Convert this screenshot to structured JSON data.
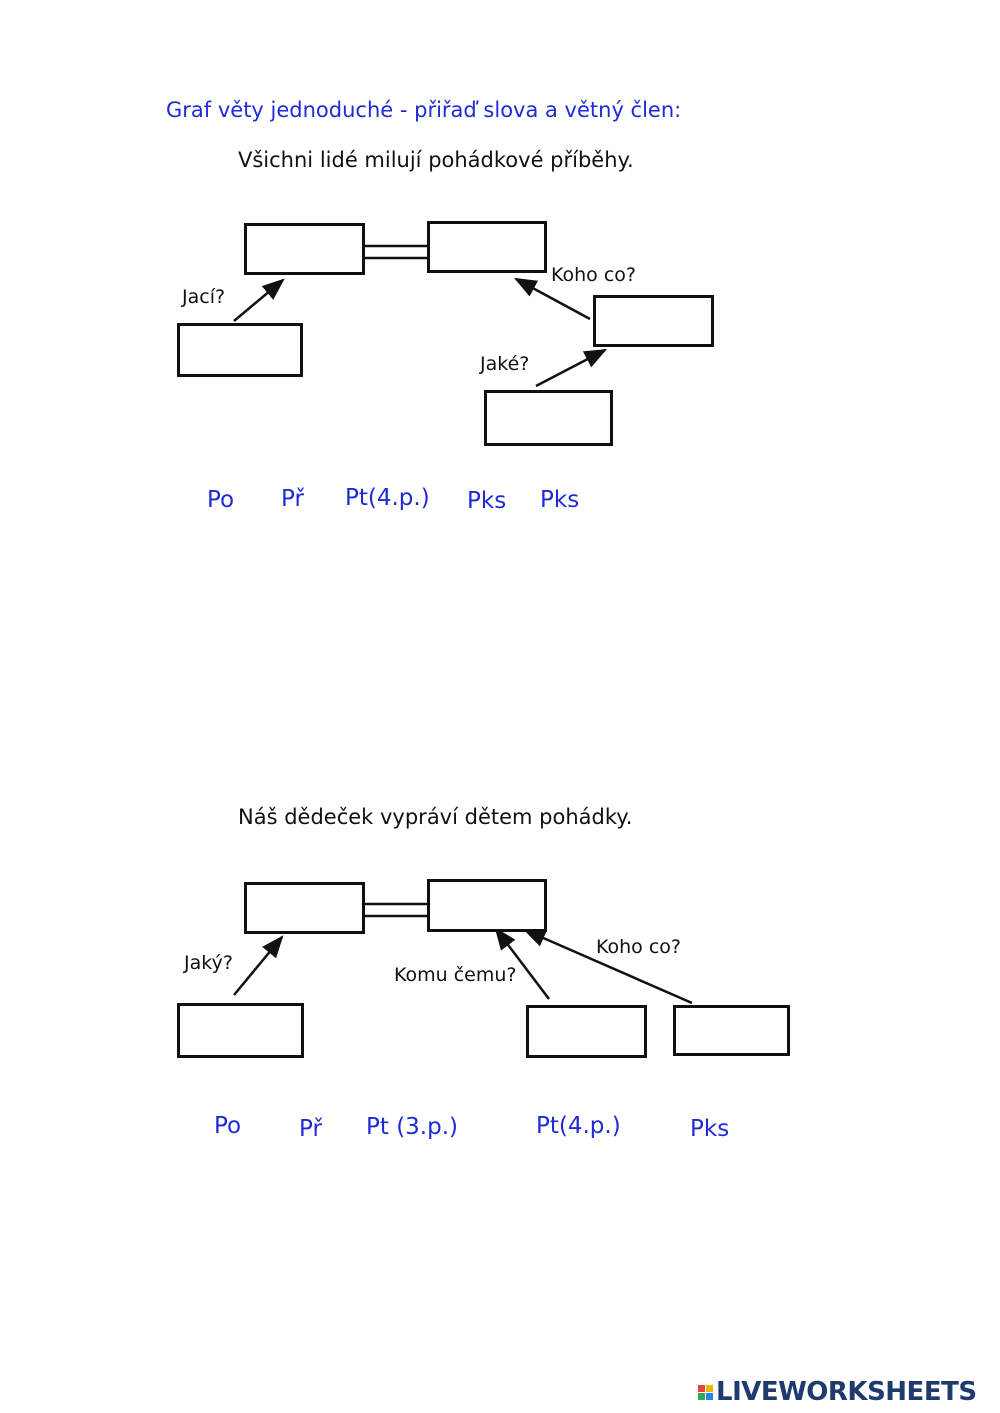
{
  "worksheet": {
    "title": "Graf věty jednoduché - přiřaď slova a větný člen:"
  },
  "exercise1": {
    "sentence": "Všichni lidé milují pohádkové příběhy.",
    "questions": {
      "jaci": "Jací?",
      "koho_co": "Koho co?",
      "jake": "Jaké?"
    },
    "tags": [
      "Po",
      "Př",
      "Pt(4.p.)",
      "Pks",
      "Pks"
    ]
  },
  "exercise2": {
    "sentence": "Náš dědeček vypráví dětem pohádky.",
    "questions": {
      "jaky": "Jaký?",
      "komu_cemu": "Komu čemu?",
      "koho_co": "Koho co?"
    },
    "tags": [
      "Po",
      "Př",
      "Pt (3.p.)",
      "Pt(4.p.)",
      "Pks"
    ]
  },
  "branding": {
    "logo_text": "LIVEWORKSHEETS",
    "logo_icon": "liveworksheets-logo-icon",
    "logo_colors": [
      "#e8463a",
      "#f4b400",
      "#2fa84f",
      "#1e88e5"
    ]
  }
}
